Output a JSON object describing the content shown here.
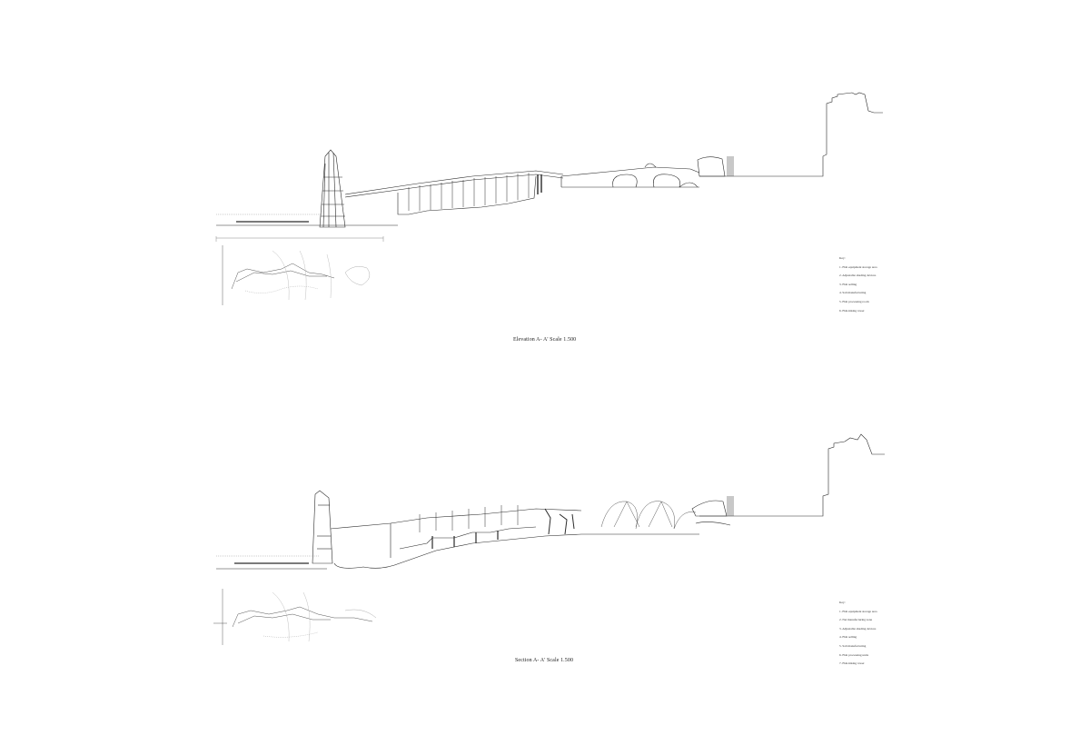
{
  "elevation": {
    "caption": "Elevation A- A' Scale 1.500",
    "key_title": "Key:",
    "key_items": [
      "1. Fish equipment storage area",
      "2. Adjustable shading devices",
      "3. Fish selling",
      "4. Salt manufacturing",
      "5. Fish processing room",
      "6. Fish-hiking tower"
    ]
  },
  "section": {
    "caption": "Section A- A' Scale 1.500",
    "key_title": "Key:",
    "key_items": [
      "1. Fish equipment storage area",
      "2. Net manufacturing zone",
      "3. Adjustable shading devices",
      "4. Fish selling",
      "5. Salt manufacturing",
      "6. Fish processing units",
      "7. Fish-hiking tower"
    ]
  },
  "colors": {
    "line": "#2a2a2a",
    "light_line": "#9a9a9a",
    "fill_grey": "#c8c8c8"
  }
}
